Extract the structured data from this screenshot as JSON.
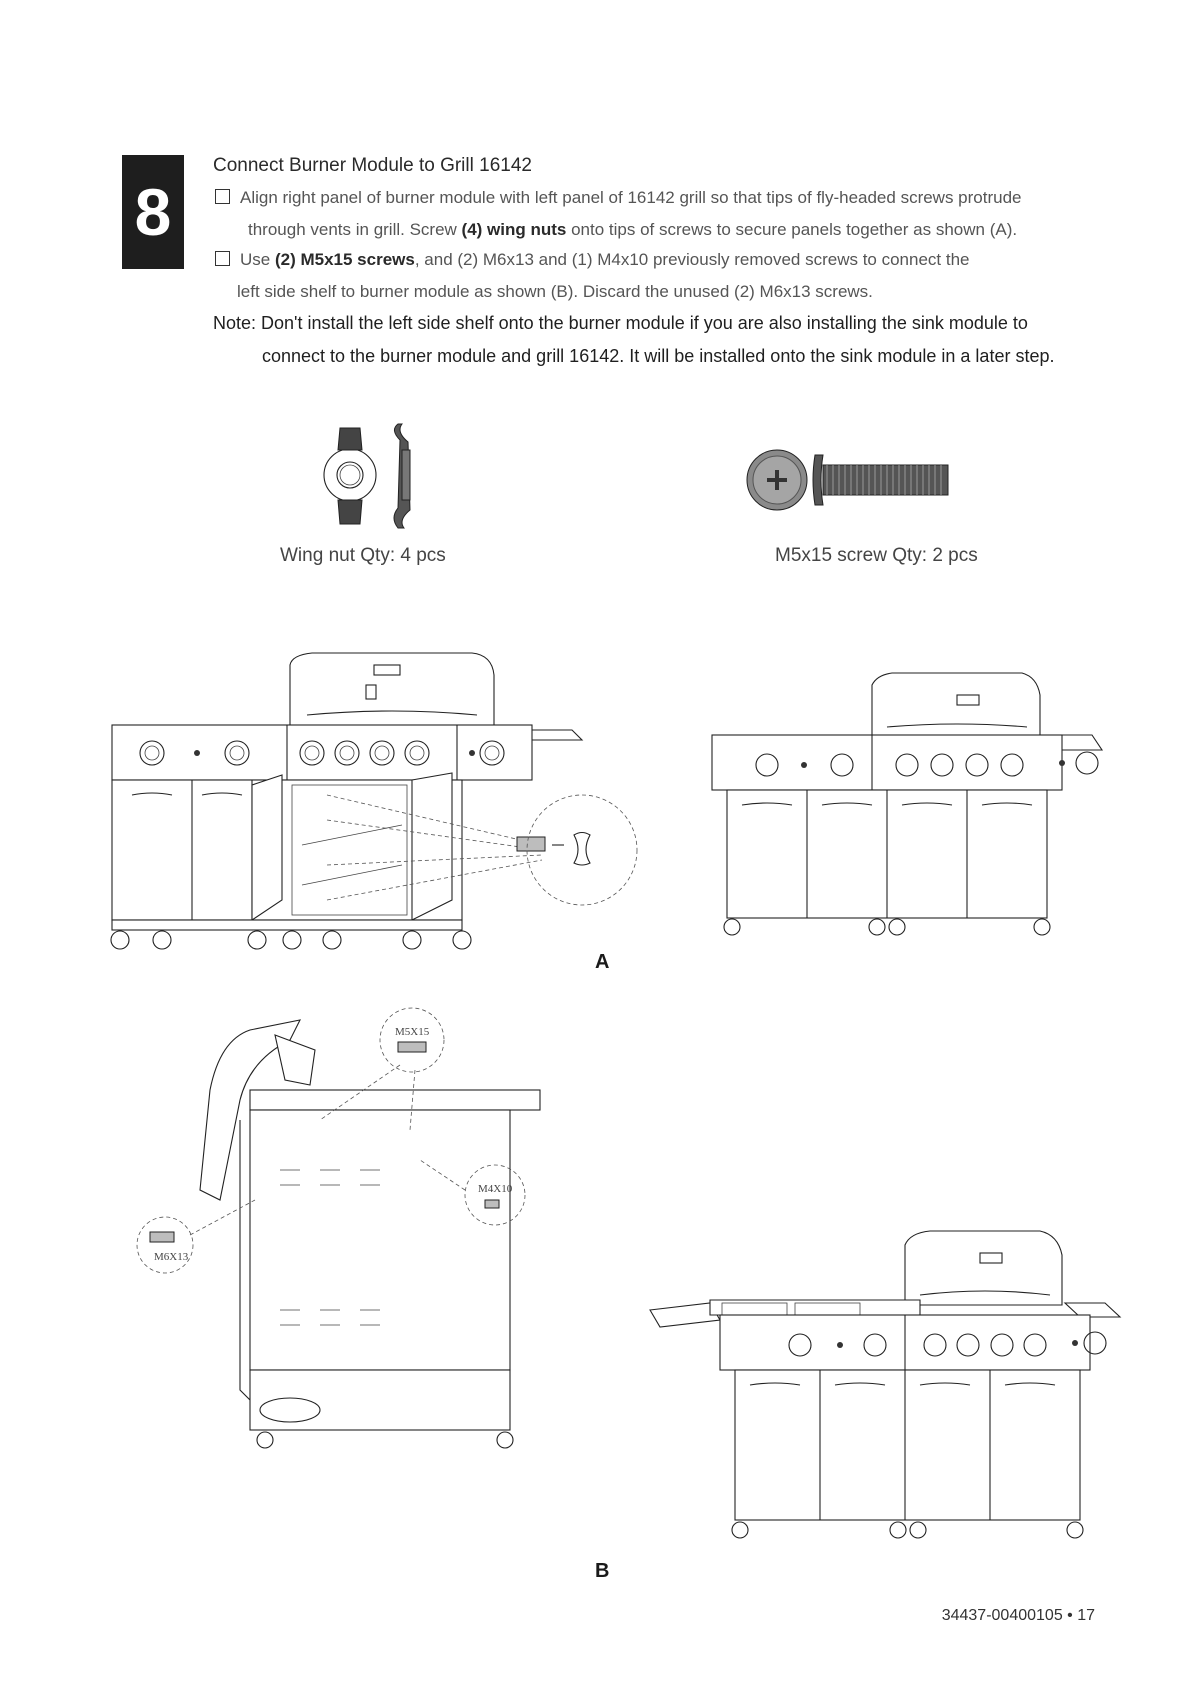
{
  "step": {
    "number": "8"
  },
  "heading": "Connect Burner Module to Grill 16142",
  "instructions": [
    {
      "line1": "Align right panel of burner module with left panel of 16142 grill so that tips of fly-headed screws protrude",
      "line2_a": "through vents in grill. Screw ",
      "line2_b": "(4) wing nuts",
      "line2_c": " onto tips of screws to secure panels together as shown (A)."
    },
    {
      "line1_a": "Use ",
      "line1_b": "(2) M5x15 screws",
      "line1_c": ", and (2) M6x13 and (1) M4x10 previously removed screws to connect the",
      "line2": "left side shelf to burner module as shown (B). Discard the unused (2) M6x13 screws."
    }
  ],
  "note": {
    "line1": "Note: Don't install the left side shelf onto the burner module if you are also installing the sink module to",
    "line2": "connect to the burner module and grill 16142. It will be installed onto the sink module in a later step."
  },
  "parts": [
    {
      "icon": "wing-nut-icon",
      "caption": "Wing nut Qty: 4 pcs"
    },
    {
      "icon": "screw-icon",
      "caption": "M5x15 screw Qty: 2 pcs"
    }
  ],
  "figures": {
    "a_label": "A",
    "b_label": "B",
    "callouts": {
      "m5x15": "M5X15",
      "m4x10": "M4X10",
      "m6x13": "M6X13"
    }
  },
  "footer": {
    "page": "34437-00400105 • 17"
  }
}
